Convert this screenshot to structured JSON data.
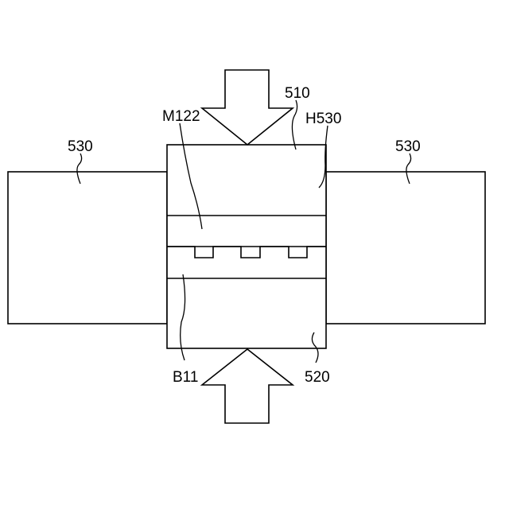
{
  "labels": {
    "left_plate": "530",
    "right_plate": "530",
    "upper_block": "510",
    "hole": "H530",
    "mold": "M122",
    "substrate": "B11",
    "lower_block": "520"
  }
}
